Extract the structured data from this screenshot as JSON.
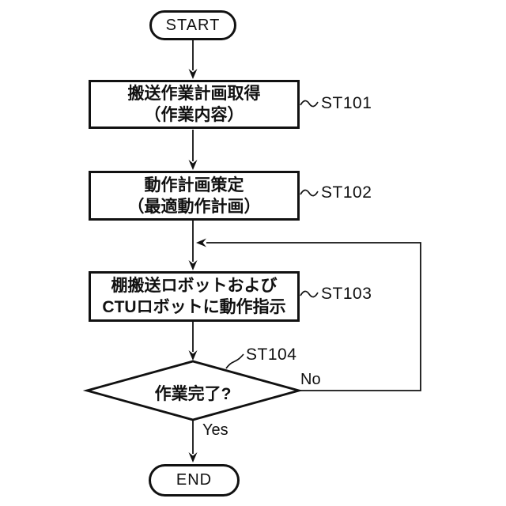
{
  "figure": {
    "background_color": "#ffffff",
    "line_color": "#111111"
  },
  "flowchart": {
    "start": {
      "label": "START"
    },
    "end": {
      "label": "END"
    },
    "steps": [
      {
        "ref": "ST101",
        "line1": "搬送作業計画取得",
        "line2": "（作業内容）"
      },
      {
        "ref": "ST102",
        "line1": "動作計画策定",
        "line2": "（最適動作計画）"
      },
      {
        "ref": "ST103",
        "line1": "棚搬送ロボットおよび",
        "line2": "CTUロボットに動作指示"
      }
    ],
    "decision": {
      "ref": "ST104",
      "question": "作業完了?",
      "yes": "Yes",
      "no": "No"
    }
  }
}
